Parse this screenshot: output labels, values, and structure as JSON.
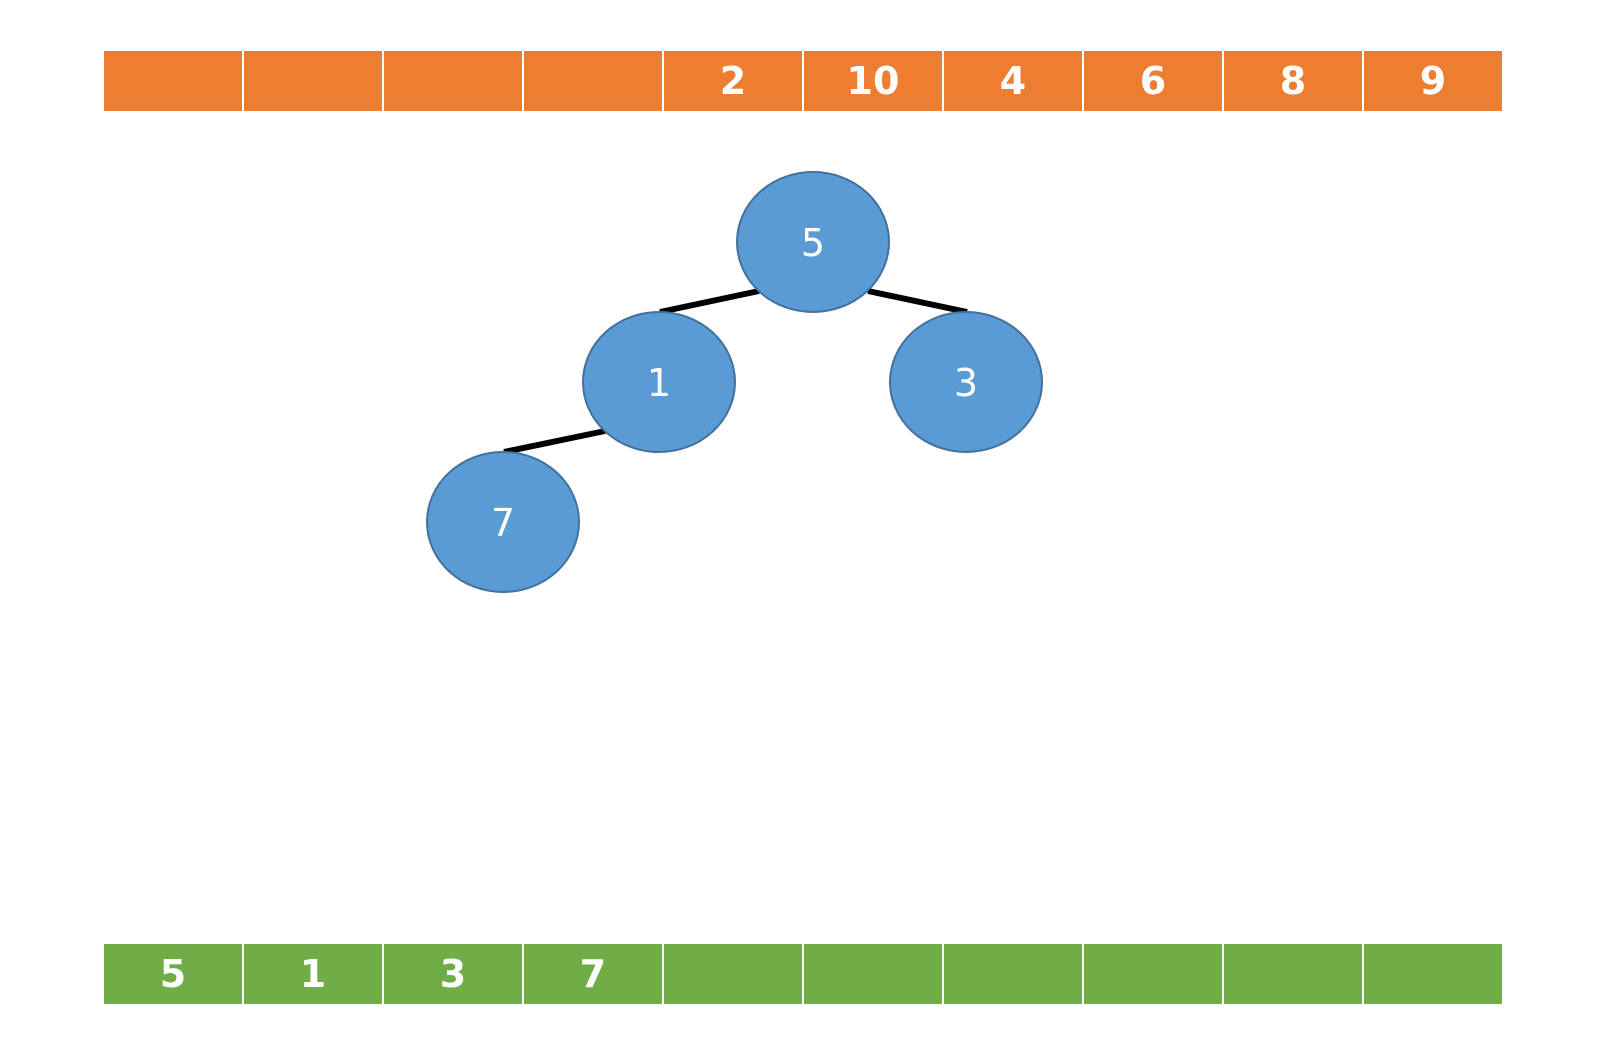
{
  "top_array": {
    "cells": [
      "",
      "",
      "",
      "",
      "2",
      "10",
      "4",
      "6",
      "8",
      "9"
    ]
  },
  "bottom_array": {
    "cells": [
      "5",
      "1",
      "3",
      "7",
      "",
      "",
      "",
      "",
      "",
      ""
    ]
  },
  "tree": {
    "nodes": [
      {
        "id": "n5",
        "label": "5"
      },
      {
        "id": "n1",
        "label": "1"
      },
      {
        "id": "n3",
        "label": "3"
      },
      {
        "id": "n7",
        "label": "7"
      }
    ],
    "edges": [
      {
        "from": "n5",
        "to": "n1"
      },
      {
        "from": "n5",
        "to": "n3"
      },
      {
        "from": "n1",
        "to": "n7"
      }
    ]
  },
  "colors": {
    "top_array": "#ed7d31",
    "bottom_array": "#70ad47",
    "node_fill": "#5b9bd5",
    "node_stroke": "#41719c",
    "edge": "#000000",
    "text": "#ffffff"
  }
}
